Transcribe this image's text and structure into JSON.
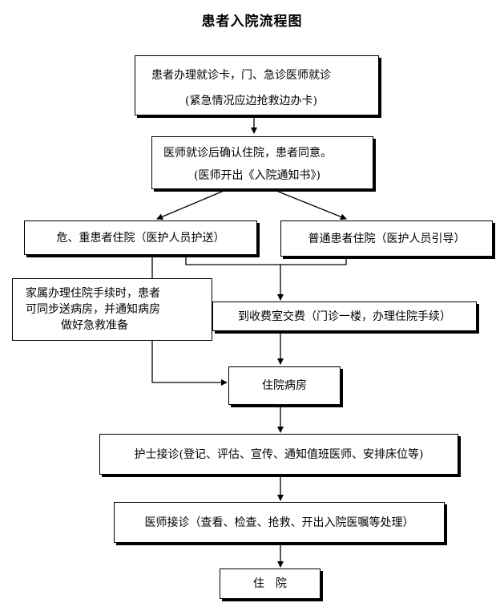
{
  "title": "患者入院流程图",
  "nodes": {
    "registration": {
      "line1": "患者办理就诊卡，门、急诊医师就诊",
      "line2": "(紧急情况应边抢救边办卡)"
    },
    "admission_confirm": {
      "line1": "医师就诊后确认住院，患者同意。",
      "line2": "(医师开出《入院通知书》)"
    },
    "critical_patient": "危、重患者住院（医护人员护送）",
    "ordinary_patient": "普通患者住院（医护人员引导）",
    "family_procedures": {
      "line1": "家属办理住院手续时，患者",
      "line2": "可同步送病房，并通知病房",
      "line3": "做好急救准备"
    },
    "cashier": "到收费室交费（门诊一楼，办理住院手续）",
    "ward": "住院病房",
    "nurse_reception": "护士接诊(登记、评估、宣传、通知值班医师、安排床位等)",
    "doctor_reception": "医师接诊（查看、检查、抢救、开出入院医嘱等处理）",
    "final": "住　院"
  }
}
